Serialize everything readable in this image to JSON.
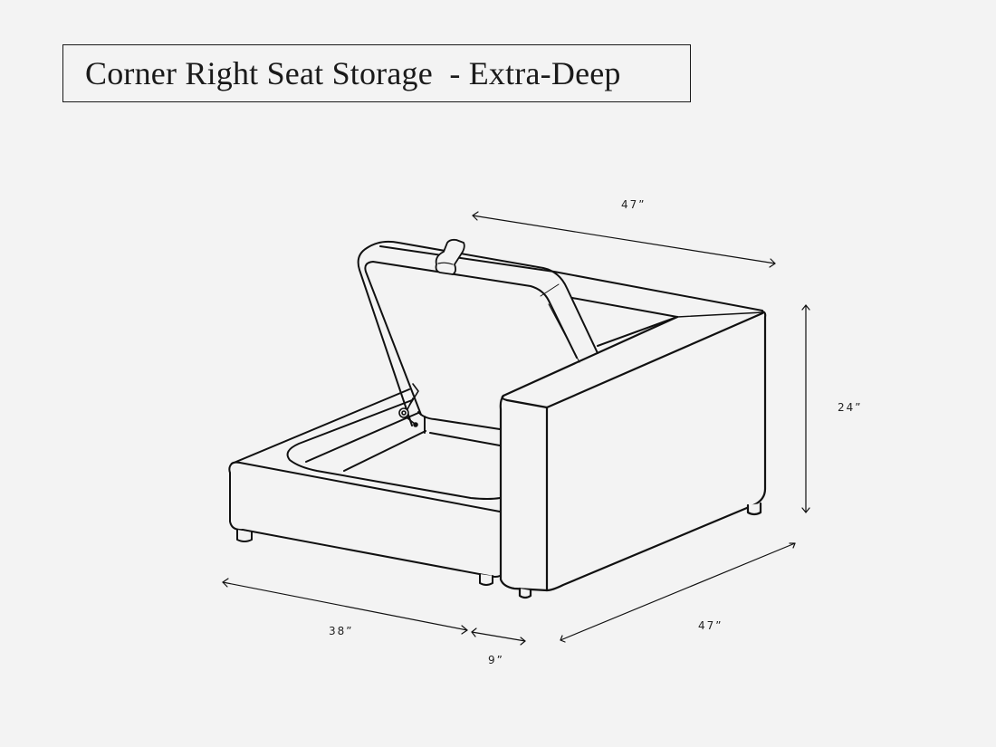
{
  "title": "Corner Right Seat Storage  - Extra-Deep",
  "colors": {
    "background": "#f3f3f3",
    "line": "#111111",
    "text": "#1a1a1a"
  },
  "dimensions": {
    "back_width": "47”",
    "height": "24”",
    "seat_width": "38”",
    "arm_width": "9”",
    "depth": "47”"
  },
  "illustration": {
    "subject": "corner-right-seat-with-storage-lid-open",
    "parts": [
      "seat-base",
      "storage-compartment",
      "open-lid",
      "lid-strap",
      "lid-hinge",
      "right-arm",
      "back",
      "feet"
    ]
  }
}
